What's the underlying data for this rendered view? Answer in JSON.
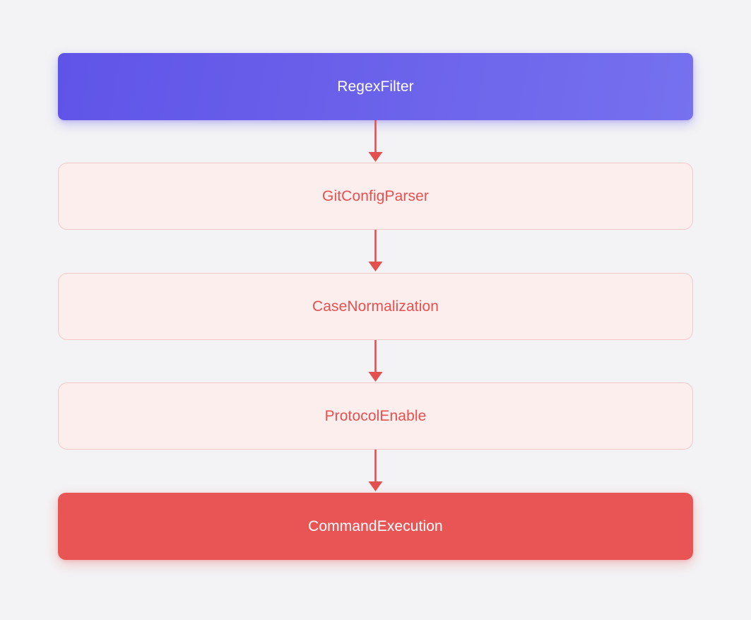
{
  "diagram": {
    "type": "flowchart",
    "orientation": "top-to-bottom",
    "background_color": "#f3f3f5",
    "nodes": [
      {
        "id": "regex-filter",
        "label": "RegexFilter",
        "role": "start",
        "fill": "#6055e8",
        "text_color": "#ffffff"
      },
      {
        "id": "git-config-parser",
        "label": "GitConfigParser",
        "role": "step",
        "fill": "#fdeeee",
        "border": "#f6c9c9",
        "text_color": "#e8504f"
      },
      {
        "id": "case-normalization",
        "label": "CaseNormalization",
        "role": "step",
        "fill": "#fdeeee",
        "border": "#f6c9c9",
        "text_color": "#e8504f"
      },
      {
        "id": "protocol-enable",
        "label": "ProtocolEnable",
        "role": "step",
        "fill": "#fdeeee",
        "border": "#f6c9c9",
        "text_color": "#e8504f"
      },
      {
        "id": "command-execution",
        "label": "CommandExecution",
        "role": "end",
        "fill": "#e95555",
        "text_color": "#ffffff"
      }
    ],
    "edges": [
      {
        "id": "edge-1",
        "from": "regex-filter",
        "to": "git-config-parser",
        "color": "#e35050",
        "arrow": "filled-triangle"
      },
      {
        "id": "edge-2",
        "from": "git-config-parser",
        "to": "case-normalization",
        "color": "#e35050",
        "arrow": "filled-triangle"
      },
      {
        "id": "edge-3",
        "from": "case-normalization",
        "to": "protocol-enable",
        "color": "#e35050",
        "arrow": "filled-triangle"
      },
      {
        "id": "edge-4",
        "from": "protocol-enable",
        "to": "command-execution",
        "color": "#e35050",
        "arrow": "filled-triangle"
      }
    ]
  }
}
